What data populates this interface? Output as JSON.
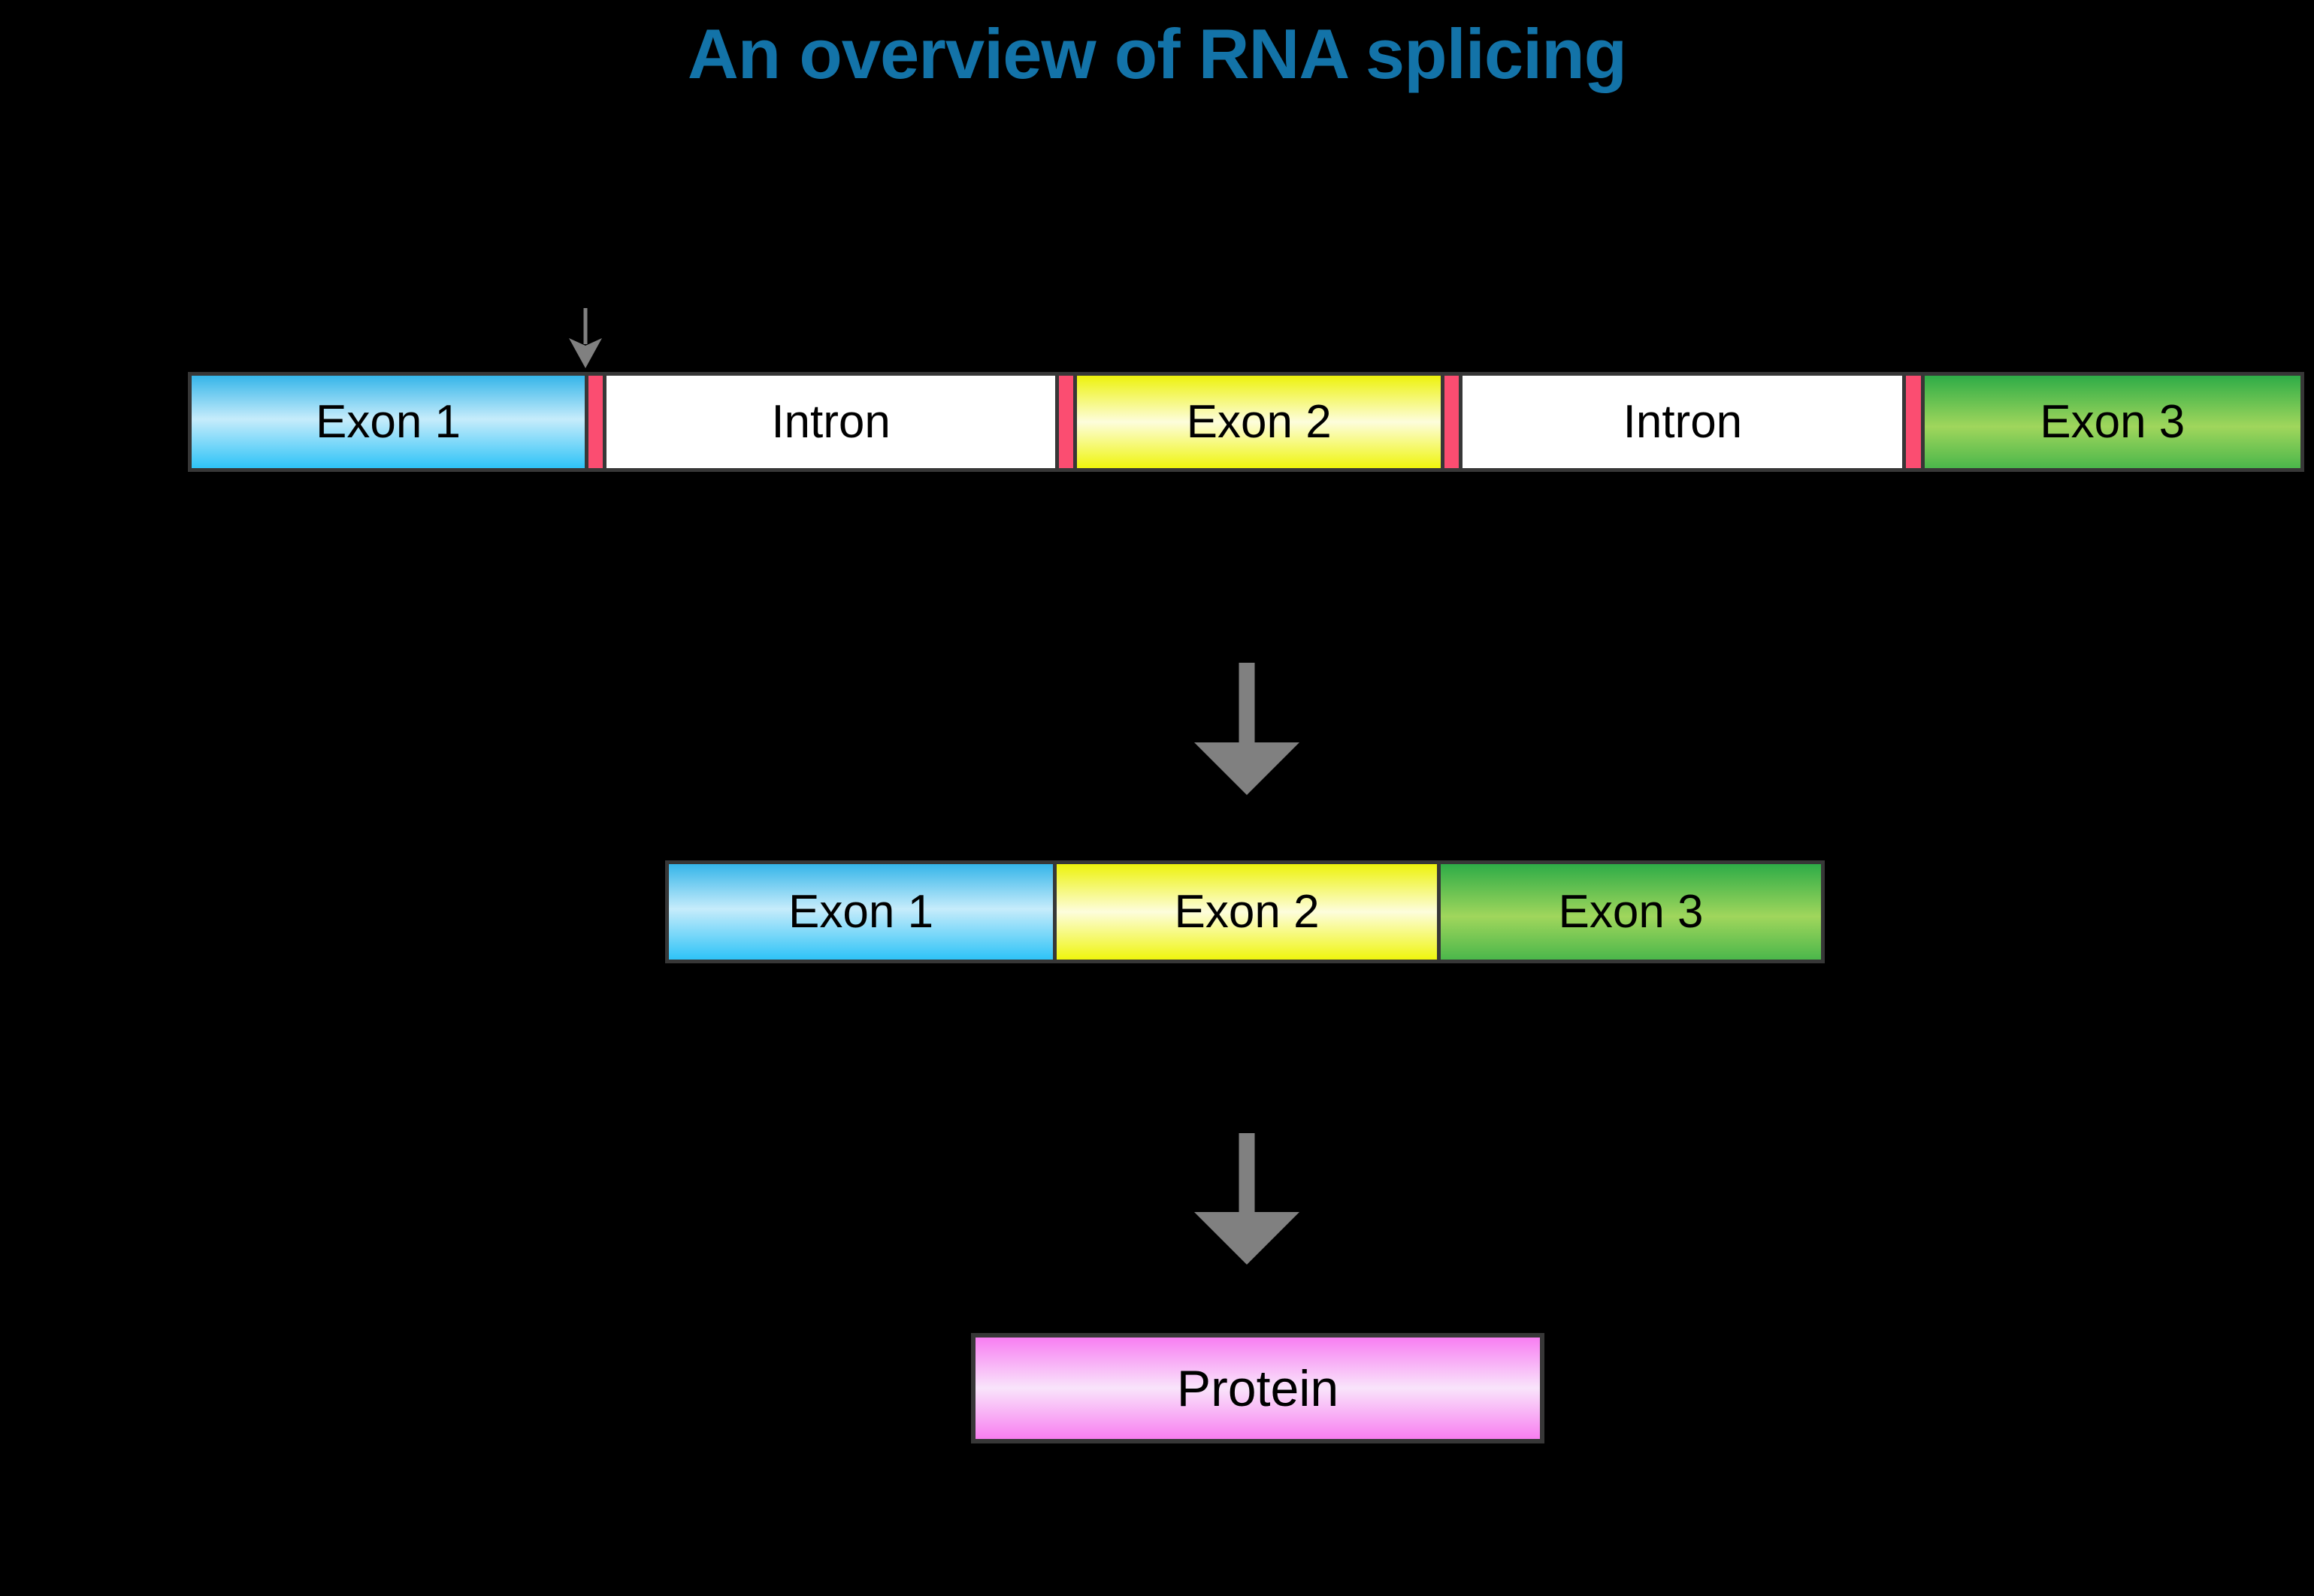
{
  "title": {
    "text": "An overview of RNA splicing"
  },
  "colors": {
    "background": "#000000",
    "title": "#1373A8",
    "border": "#373737",
    "text": "#000000",
    "arrow": "#808080",
    "junction": "#FB4D71",
    "intron": "#FFFFFF",
    "exon_blue_top": "#35B5E9",
    "exon_blue_mid": "#C6ECFB",
    "exon_blue_bottom": "#2EC3F7",
    "exon_yellow_top": "#EDF20C",
    "exon_yellow_mid": "#FDFDDC",
    "exon_yellow_bottom": "#EFF50D",
    "exon_green_top": "#2EAC47",
    "exon_green_mid": "#A0D65C",
    "exon_green_bottom": "#4BB74B",
    "protein_top": "#F87EF2",
    "protein_mid": "#F9E4FB",
    "protein_bottom": "#F87EF0"
  },
  "pre_mrna": {
    "segments": [
      {
        "name": "pre-mrna-exon-1",
        "kind": "exon-blue",
        "label": "Exon 1",
        "pct": 18.64
      },
      {
        "name": "splice-junction",
        "kind": "junction",
        "label": "",
        "pct": 0.86
      },
      {
        "name": "pre-mrna-intron-1",
        "kind": "intron",
        "label": "Intron",
        "pct": 21.45
      },
      {
        "name": "splice-junction",
        "kind": "junction",
        "label": "",
        "pct": 0.86
      },
      {
        "name": "pre-mrna-exon-2",
        "kind": "exon-yellow",
        "label": "Exon 2",
        "pct": 17.43
      },
      {
        "name": "splice-junction",
        "kind": "junction",
        "label": "",
        "pct": 0.86
      },
      {
        "name": "pre-mrna-intron-2",
        "kind": "intron",
        "label": "Intron",
        "pct": 21.03
      },
      {
        "name": "splice-junction",
        "kind": "junction",
        "label": "",
        "pct": 0.86
      },
      {
        "name": "pre-mrna-exon-3",
        "kind": "exon-green",
        "label": "Exon 3",
        "pct": 18.01
      }
    ]
  },
  "mrna": {
    "segments": [
      {
        "name": "mrna-exon-1",
        "kind": "exon-blue",
        "label": "Exon 1",
        "pct": 33.34
      },
      {
        "name": "mrna-exon-2",
        "kind": "exon-yellow",
        "label": "Exon 2",
        "pct": 33.33
      },
      {
        "name": "mrna-exon-3",
        "kind": "exon-green",
        "label": "Exon 3",
        "pct": 33.33
      }
    ]
  },
  "protein": {
    "label": "Protein"
  }
}
